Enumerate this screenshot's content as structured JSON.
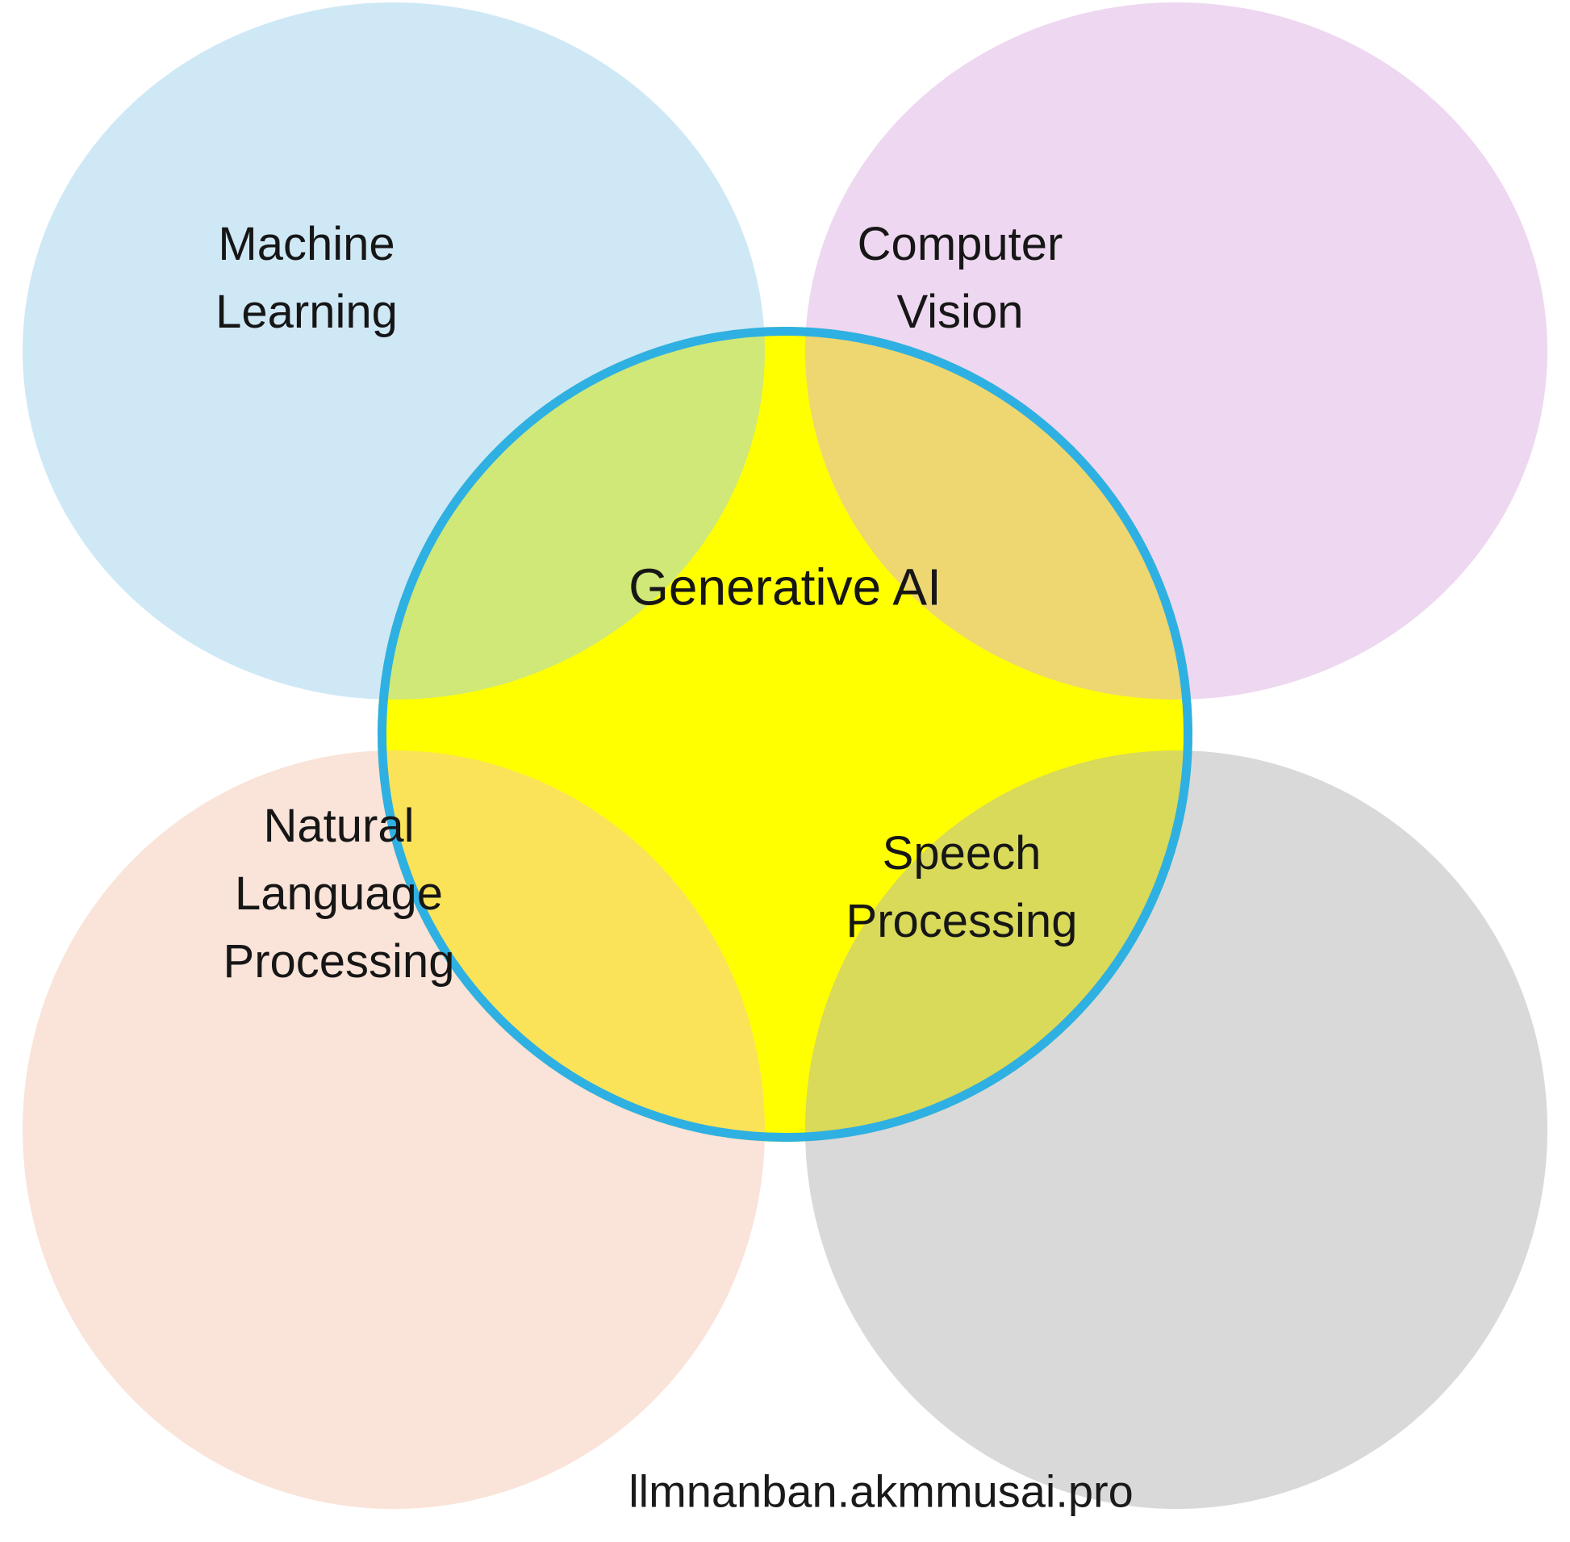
{
  "diagram": {
    "type": "venn-overlap",
    "center": {
      "label": "Generative AI",
      "fill_color": "#FFFF00",
      "border_color": "#2FB0E2"
    },
    "circles": [
      {
        "label": "Machine Learning",
        "color": "#CFE8F6",
        "position": "top-left"
      },
      {
        "label": "Computer Vision",
        "color": "#EED7F0",
        "position": "top-right"
      },
      {
        "label": "Natural Language Processing",
        "color": "#FAE3D8",
        "position": "bottom-left"
      },
      {
        "label": "Speech Processing",
        "color": "#D9D9D9",
        "position": "bottom-right"
      }
    ]
  },
  "watermark": "llmnanban.akmmusai.pro"
}
